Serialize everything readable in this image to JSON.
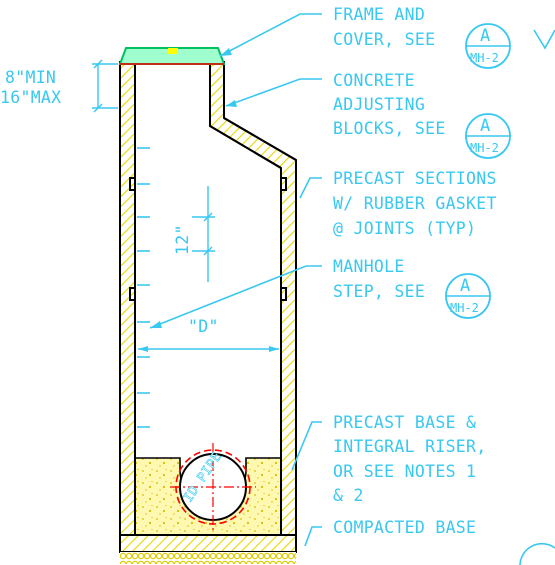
{
  "callouts": {
    "frame_cover": [
      "FRAME AND",
      "COVER, SEE"
    ],
    "adjusting_blocks": [
      "CONCRETE",
      "ADJUSTING",
      "BLOCKS, SEE"
    ],
    "precast_sections": [
      "PRECAST SECTIONS",
      "W/ RUBBER GASKET",
      "@ JOINTS (TYP)"
    ],
    "manhole_step": [
      "MANHOLE",
      "STEP, SEE"
    ],
    "precast_base": [
      "PRECAST BASE &",
      "INTEGRAL RISER,",
      "OR SEE NOTES 1",
      "& 2"
    ],
    "compacted_base": "COMPACTED BASE"
  },
  "detail_ref": {
    "letter": "A",
    "sheet": "MH-2"
  },
  "dimensions": {
    "adjust_min": "8\"MIN",
    "adjust_max": "16\"MAX",
    "step_spacing": "12\"",
    "diameter": "\"D\"",
    "pipe": "ID PIPE"
  },
  "colors": {
    "leader": "#39c8f0",
    "hatch": "#ffff00",
    "outline": "#000000",
    "pipe": "#ff0000",
    "frame": "#00ff80"
  }
}
